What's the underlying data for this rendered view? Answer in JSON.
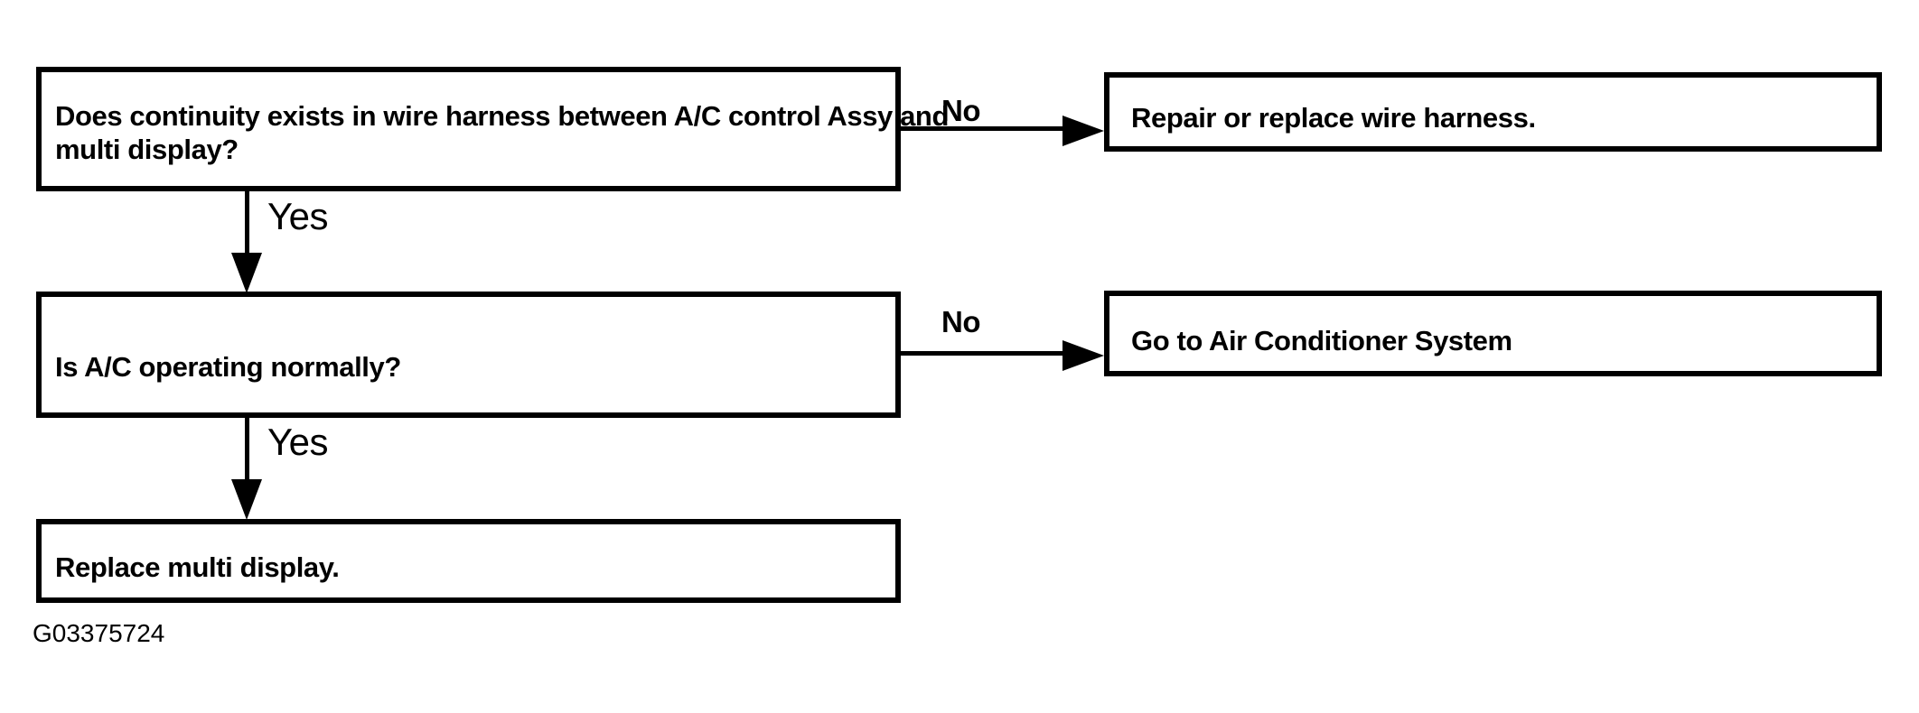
{
  "flowchart": {
    "nodes": [
      {
        "id": "q1",
        "role": "question",
        "lines": [
          "Does continuity exists in wire harness between A/C control Assy and",
          "multi display?"
        ]
      },
      {
        "id": "a1",
        "role": "action",
        "lines": [
          "Repair or replace wire harness."
        ]
      },
      {
        "id": "q2",
        "role": "question",
        "lines": [
          "Is A/C operating normally?"
        ]
      },
      {
        "id": "a2",
        "role": "action",
        "lines": [
          "Go to Air Conditioner System"
        ]
      },
      {
        "id": "a3",
        "role": "action",
        "lines": [
          "Replace multi display."
        ]
      }
    ],
    "edges": [
      {
        "from": "q1",
        "to": "a1",
        "label": "No"
      },
      {
        "from": "q1",
        "to": "q2",
        "label": "Yes"
      },
      {
        "from": "q2",
        "to": "a2",
        "label": "No"
      },
      {
        "from": "q2",
        "to": "a3",
        "label": "Yes"
      }
    ],
    "figure_code": "G03375724"
  },
  "colors": {
    "ink": "#000000",
    "background": "#ffffff"
  }
}
